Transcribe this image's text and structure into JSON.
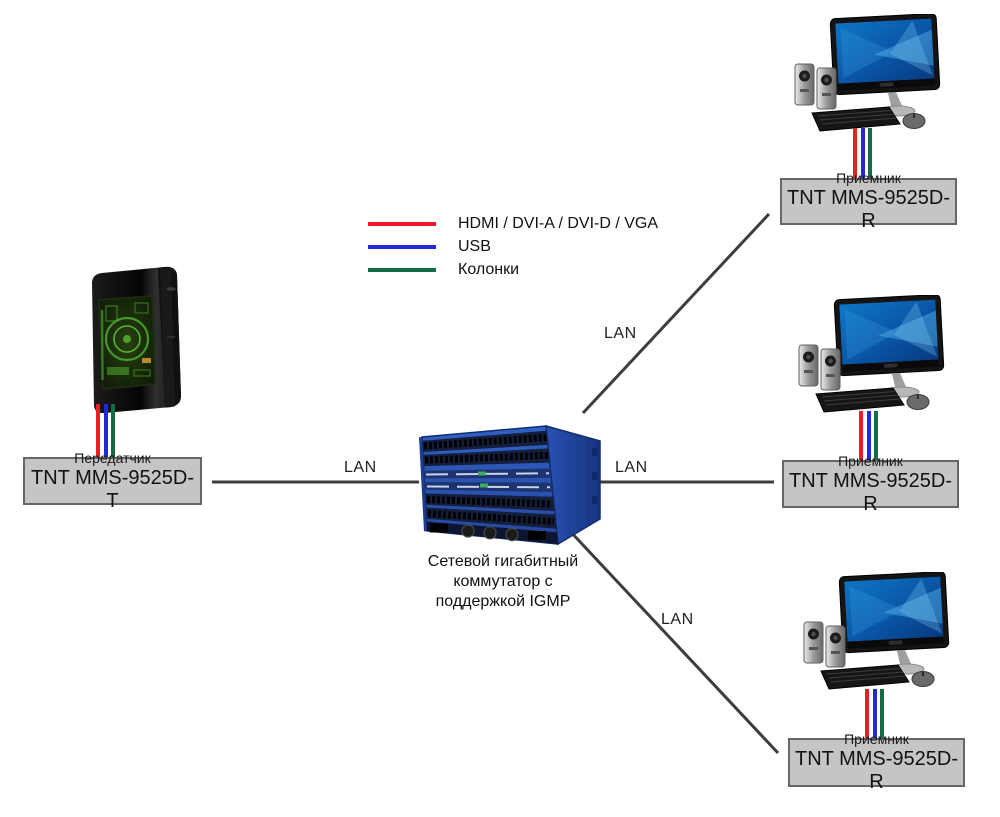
{
  "legend": {
    "items": [
      {
        "label": "HDMI / DVI-A / DVI-D / VGA",
        "color": "#ee1c25"
      },
      {
        "label": "USB",
        "color": "#2229d8"
      },
      {
        "label": "Колонки",
        "color": "#156b43"
      }
    ]
  },
  "transmitter": {
    "role": "Передатчик",
    "model": "TNT MMS-9525D-T"
  },
  "switch": {
    "caption": [
      "Сетевой гигабитный",
      "коммутатор с",
      "поддержкой IGMP"
    ]
  },
  "receivers": [
    {
      "role": "Приемник",
      "model": "TNT MMS-9525D-R"
    },
    {
      "role": "Приемник",
      "model": "TNT MMS-9525D-R"
    },
    {
      "role": "Приемник",
      "model": "TNT MMS-9525D-R"
    }
  ],
  "connections": {
    "links": [
      {
        "from": "transmitter",
        "to": "switch",
        "label": "LAN"
      },
      {
        "from": "switch",
        "to": "receiver-1",
        "label": "LAN"
      },
      {
        "from": "switch",
        "to": "receiver-2",
        "label": "LAN"
      },
      {
        "from": "switch",
        "to": "receiver-3",
        "label": "LAN"
      }
    ]
  },
  "colors": {
    "cable_video": "#ee1c25",
    "cable_usb": "#2229d8",
    "cable_speakers": "#156b43",
    "lan_line": "#3d3d3d",
    "device_box_fill": "#c5c5c5",
    "device_box_border": "#666666"
  }
}
